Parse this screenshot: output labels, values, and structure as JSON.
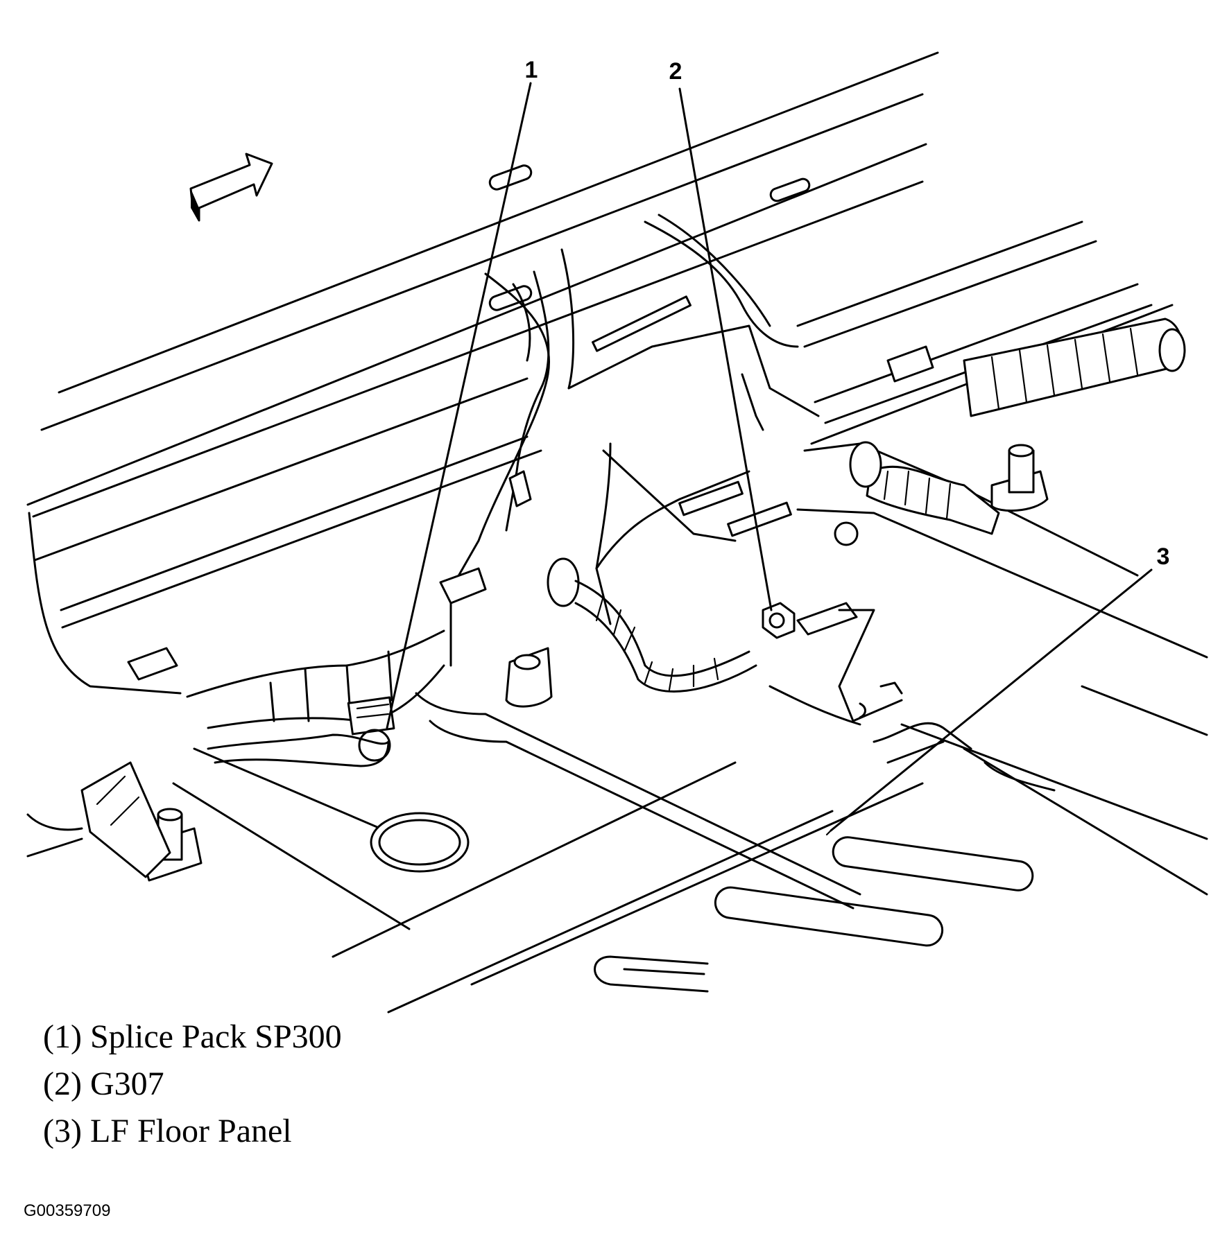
{
  "callouts": [
    {
      "number": "1",
      "label": "(1) Splice Pack SP300"
    },
    {
      "number": "2",
      "label": "(2) G307"
    },
    {
      "number": "3",
      "label": "(3) LF Floor Panel"
    }
  ],
  "figure_id": "G00359709",
  "icons": [
    "forward-direction-arrow-icon"
  ]
}
